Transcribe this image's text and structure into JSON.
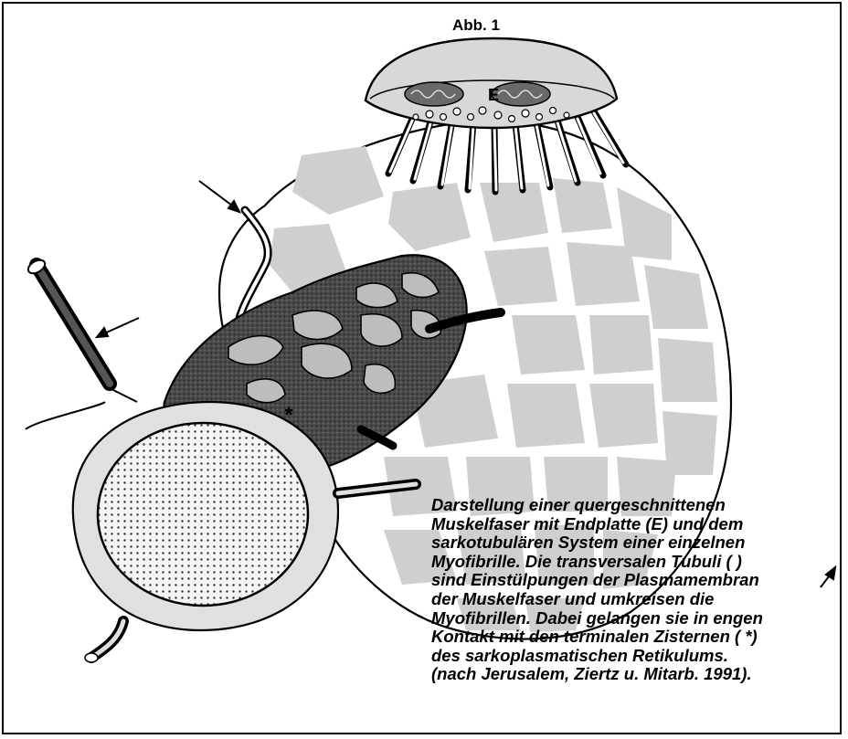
{
  "figure": {
    "title": "Abb. 1",
    "label_endplate": "E",
    "label_asterisk": "*",
    "caption_lines": [
      "Darstellung einer quergeschnittenen",
      "Muskelfaser mit Endplatte (E) und dem",
      "sarkotubulären System einer einzelnen",
      "Myofibrille. Die transversalen Tubuli (   )",
      "sind Einstülpungen der Plasmamembran",
      "der Muskelfaser und umkreisen die",
      "Myofibrillen. Dabei gelangen sie in engen",
      "Kontakt mit den terminalen Zisternen ( *)",
      "des sarkoplasmatischen Retikulums.",
      "(nach Jerusalem, Ziertz u. Mitarb. 1991)."
    ]
  }
}
